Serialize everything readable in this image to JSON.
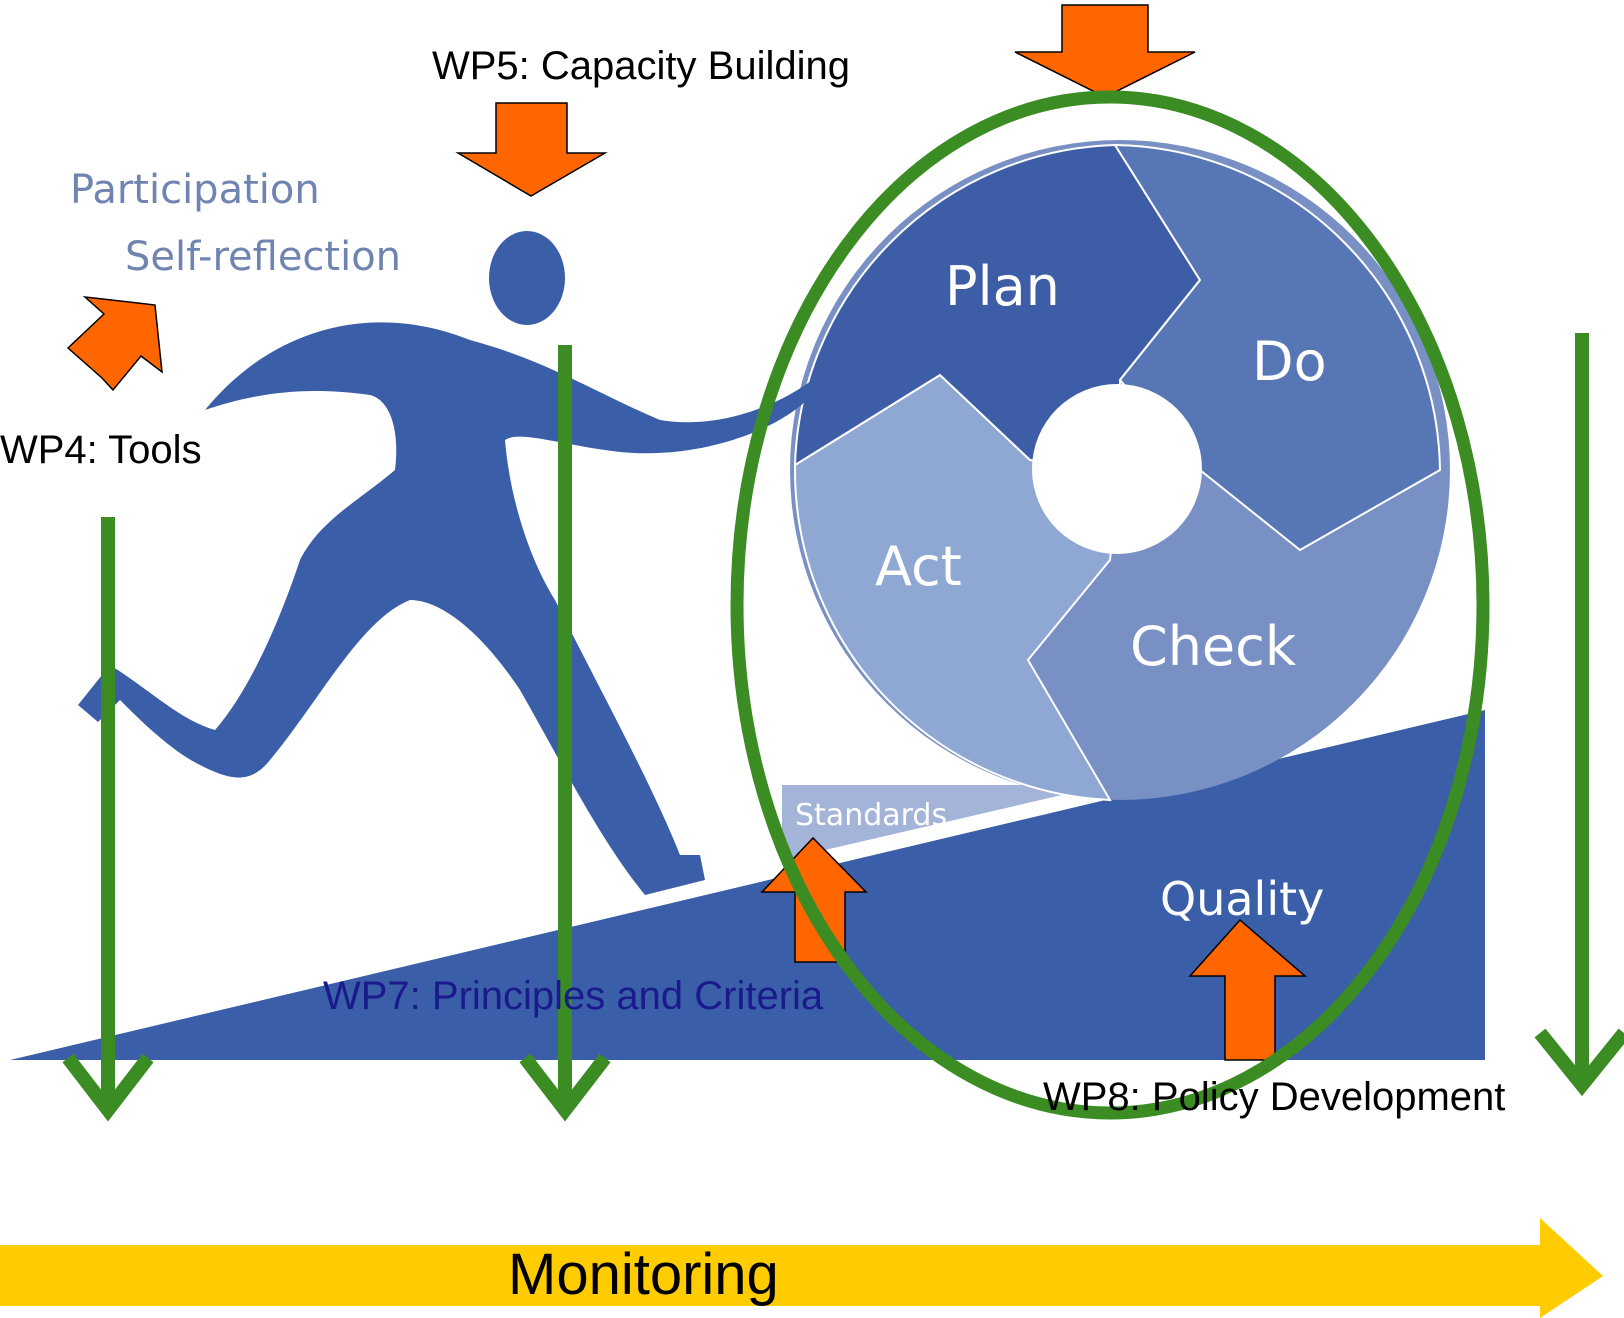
{
  "labels": {
    "participation": "Participation",
    "self_reflection": "Self-reflection",
    "wp4": "WP4: Tools",
    "wp5": "WP5: Capacity Building",
    "wp7": "WP7: Principles and Criteria",
    "wp8": "WP8: Policy Development",
    "standards": "Standards",
    "quality": "Quality",
    "monitoring": "Monitoring"
  },
  "cycle": {
    "plan": "Plan",
    "do": "Do",
    "check": "Check",
    "act": "Act"
  },
  "colors": {
    "figure_blue": "#3a5fa8",
    "plan_blue": "#3d5ea6",
    "do_blue": "#5676b5",
    "check_blue": "#7890c4",
    "act_blue": "#8fa7d3",
    "standards_blue": "#a3b4d8",
    "caption_blue": "#6f84b0",
    "orange_arrow": "#ff6600",
    "green": "#3a8c23",
    "yellow": "#ffcc00",
    "wp7_text": "#1a1a8c"
  }
}
